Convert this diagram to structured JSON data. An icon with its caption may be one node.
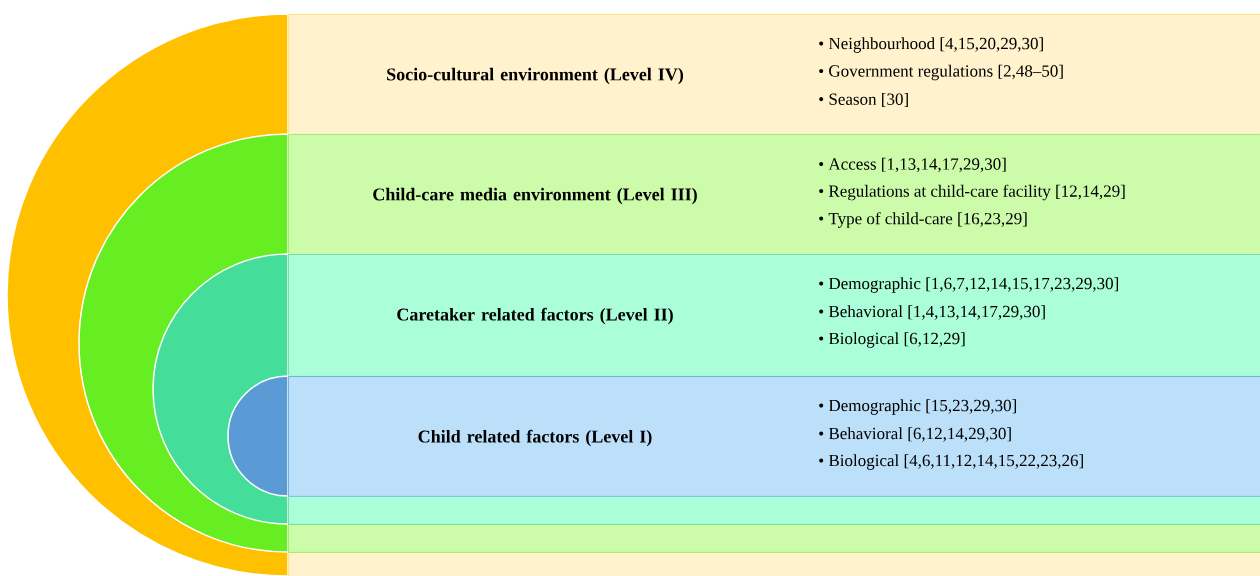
{
  "diagram": {
    "nodes": [
      {
        "text": [
          "Socio-cultural environment (Level IV)",
          "• Neighbourhood [4,15,20,29,30]",
          "• Government regulations [2,48–50]",
          "• Season [30]"
        ]
      },
      {
        "text": [
          "Child-care media environment (Level III)",
          "• Access [1,13,14,17,29,30]",
          "• Regulations at child-care facility [12,14,29]",
          "• Type of child-care [16,23,29]"
        ],
        "in": 0
      },
      {
        "text": [
          "Caretaker related factors (Level II)",
          "• Demographic [1,6,7,12,14,15,17,23,29,30]",
          "• Behavioral [1,4,13,14,17,29,30]",
          "• Biological [6,12,29]"
        ],
        "in": 1
      },
      {
        "text": [
          "Child related factors (Level I)",
          "• Demographic [15,23,29,30]",
          "• Behavioral [6,12,14,29,30]",
          "• Biological [4,6,11,12,14,15,22,23,26]"
        ],
        "in": 2
      }
    ]
  }
}
